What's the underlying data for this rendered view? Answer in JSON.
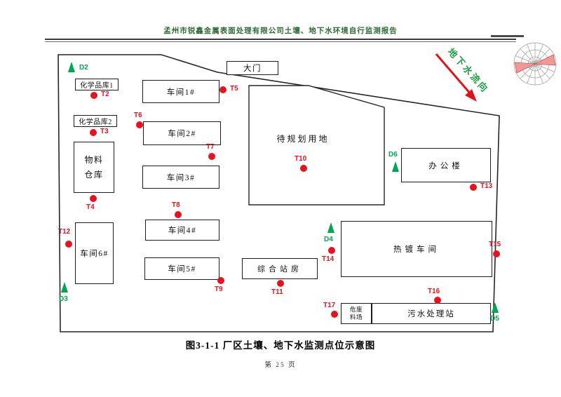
{
  "page": {
    "header_title": "孟州市锐鑫金属表面处理有限公司土壤、地下水环境自行监测报告",
    "caption": "图3-1-1 厂区土壤、地下水监测点位示意图",
    "page_number": "第 25 页"
  },
  "flow": {
    "label": "地下水流向"
  },
  "buildings": {
    "gate": "大门",
    "chem_store_1": "化学品库1",
    "chem_store_2": "化学品库2",
    "material_warehouse_line1": "物料",
    "material_warehouse_line2": "仓库",
    "workshop_1": "车间1#",
    "workshop_2": "车间2#",
    "workshop_3": "车间3#",
    "workshop_4": "车间4#",
    "workshop_5": "车间5#",
    "workshop_6": "车间6#",
    "planned_land": "待规划用地",
    "office": "办公楼",
    "hot_plating_workshop": "热镀车间",
    "comprehensive_station": "综合站房",
    "hazardous_waste_line1": "危废",
    "hazardous_waste_line2": "料场",
    "sewage_station": "污水处理站"
  },
  "soil_points": {
    "t2": "T2",
    "t3": "T3",
    "t4": "T4",
    "t5": "T5",
    "t6": "T6",
    "t7": "T7",
    "t8": "T8",
    "t9": "T9",
    "t10": "T10",
    "t11": "T11",
    "t12": "T12",
    "t13": "T13",
    "t14": "T14",
    "t15": "T15",
    "t16": "T16",
    "t17": "T17"
  },
  "water_points": {
    "d2": "D2",
    "d3": "D3",
    "d4": "D4",
    "d5": "D5",
    "d6": "D6"
  },
  "colors": {
    "soil_point_red": "#e8111e",
    "water_point_green": "#00a651",
    "header_green": "#2e6b34",
    "flow_arrow_red": "#df1418"
  }
}
